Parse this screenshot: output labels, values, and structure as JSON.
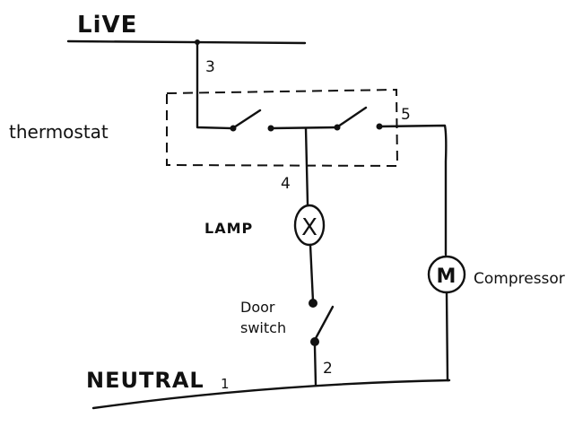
{
  "labels": {
    "live": "LiVE",
    "neutral": "NEUTRAL",
    "thermostat": "thermostat",
    "lamp": "LAMP",
    "door_switch_line1": "Door",
    "door_switch_line2": "switch",
    "compressor": "Compressor",
    "motor_symbol": "M",
    "lamp_symbol": "X"
  },
  "terminals": {
    "t1": "1",
    "t2": "2",
    "t3": "3",
    "t4": "4",
    "t5": "5"
  },
  "colors": {
    "ink": "#111111",
    "paper": "#ffffff"
  }
}
